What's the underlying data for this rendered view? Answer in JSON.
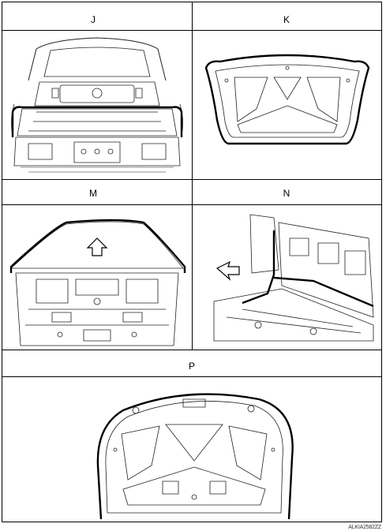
{
  "panels": {
    "J": {
      "label": "J"
    },
    "K": {
      "label": "K"
    },
    "M": {
      "label": "M"
    },
    "N": {
      "label": "N"
    },
    "P": {
      "label": "P"
    }
  },
  "figure_code": "ALKIA2582ZZ"
}
